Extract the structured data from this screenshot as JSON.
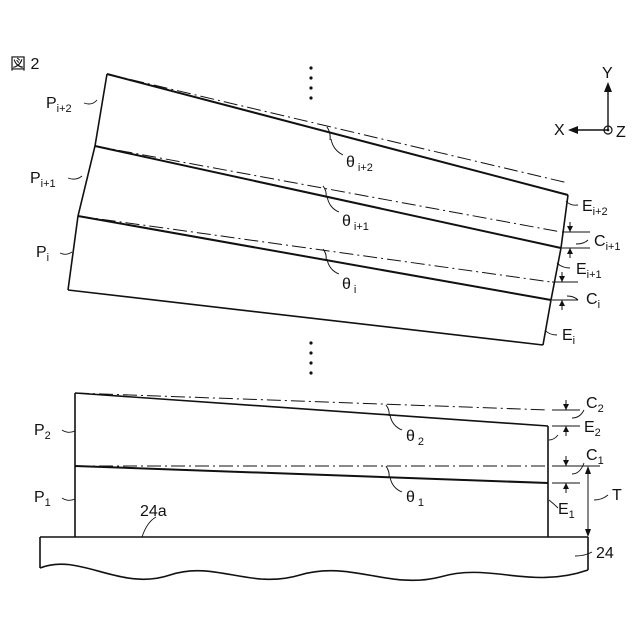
{
  "figure": {
    "title": "図 2"
  },
  "axes": {
    "y": "Y",
    "x": "X",
    "z": "Z"
  },
  "plates": {
    "pi2": {
      "base": "P",
      "sub": "i+2"
    },
    "pi1": {
      "base": "P",
      "sub": "i+1"
    },
    "pi": {
      "base": "P",
      "sub": "i"
    },
    "p2": {
      "base": "P",
      "sub": "2"
    },
    "p1": {
      "base": "P",
      "sub": "1"
    }
  },
  "angles": {
    "ti2": {
      "base": "θ",
      "sub": "i+2"
    },
    "ti1": {
      "base": "θ",
      "sub": "i+1"
    },
    "ti": {
      "base": "θ",
      "sub": "i"
    },
    "t2": {
      "base": "θ",
      "sub": "2"
    },
    "t1": {
      "base": "θ",
      "sub": "1"
    }
  },
  "edges": {
    "ei2": {
      "base": "E",
      "sub": "i+2"
    },
    "ei1": {
      "base": "E",
      "sub": "i+1"
    },
    "ei": {
      "base": "E",
      "sub": "i"
    },
    "e2": {
      "base": "E",
      "sub": "2"
    },
    "e1": {
      "base": "E",
      "sub": "1"
    }
  },
  "gaps": {
    "ci1": {
      "base": "C",
      "sub": "i+1"
    },
    "ci": {
      "base": "C",
      "sub": "i"
    },
    "c2": {
      "base": "C",
      "sub": "2"
    },
    "c1": {
      "base": "C",
      "sub": "1"
    }
  },
  "thickness": "T",
  "surface": "24a",
  "base_ref": "24"
}
